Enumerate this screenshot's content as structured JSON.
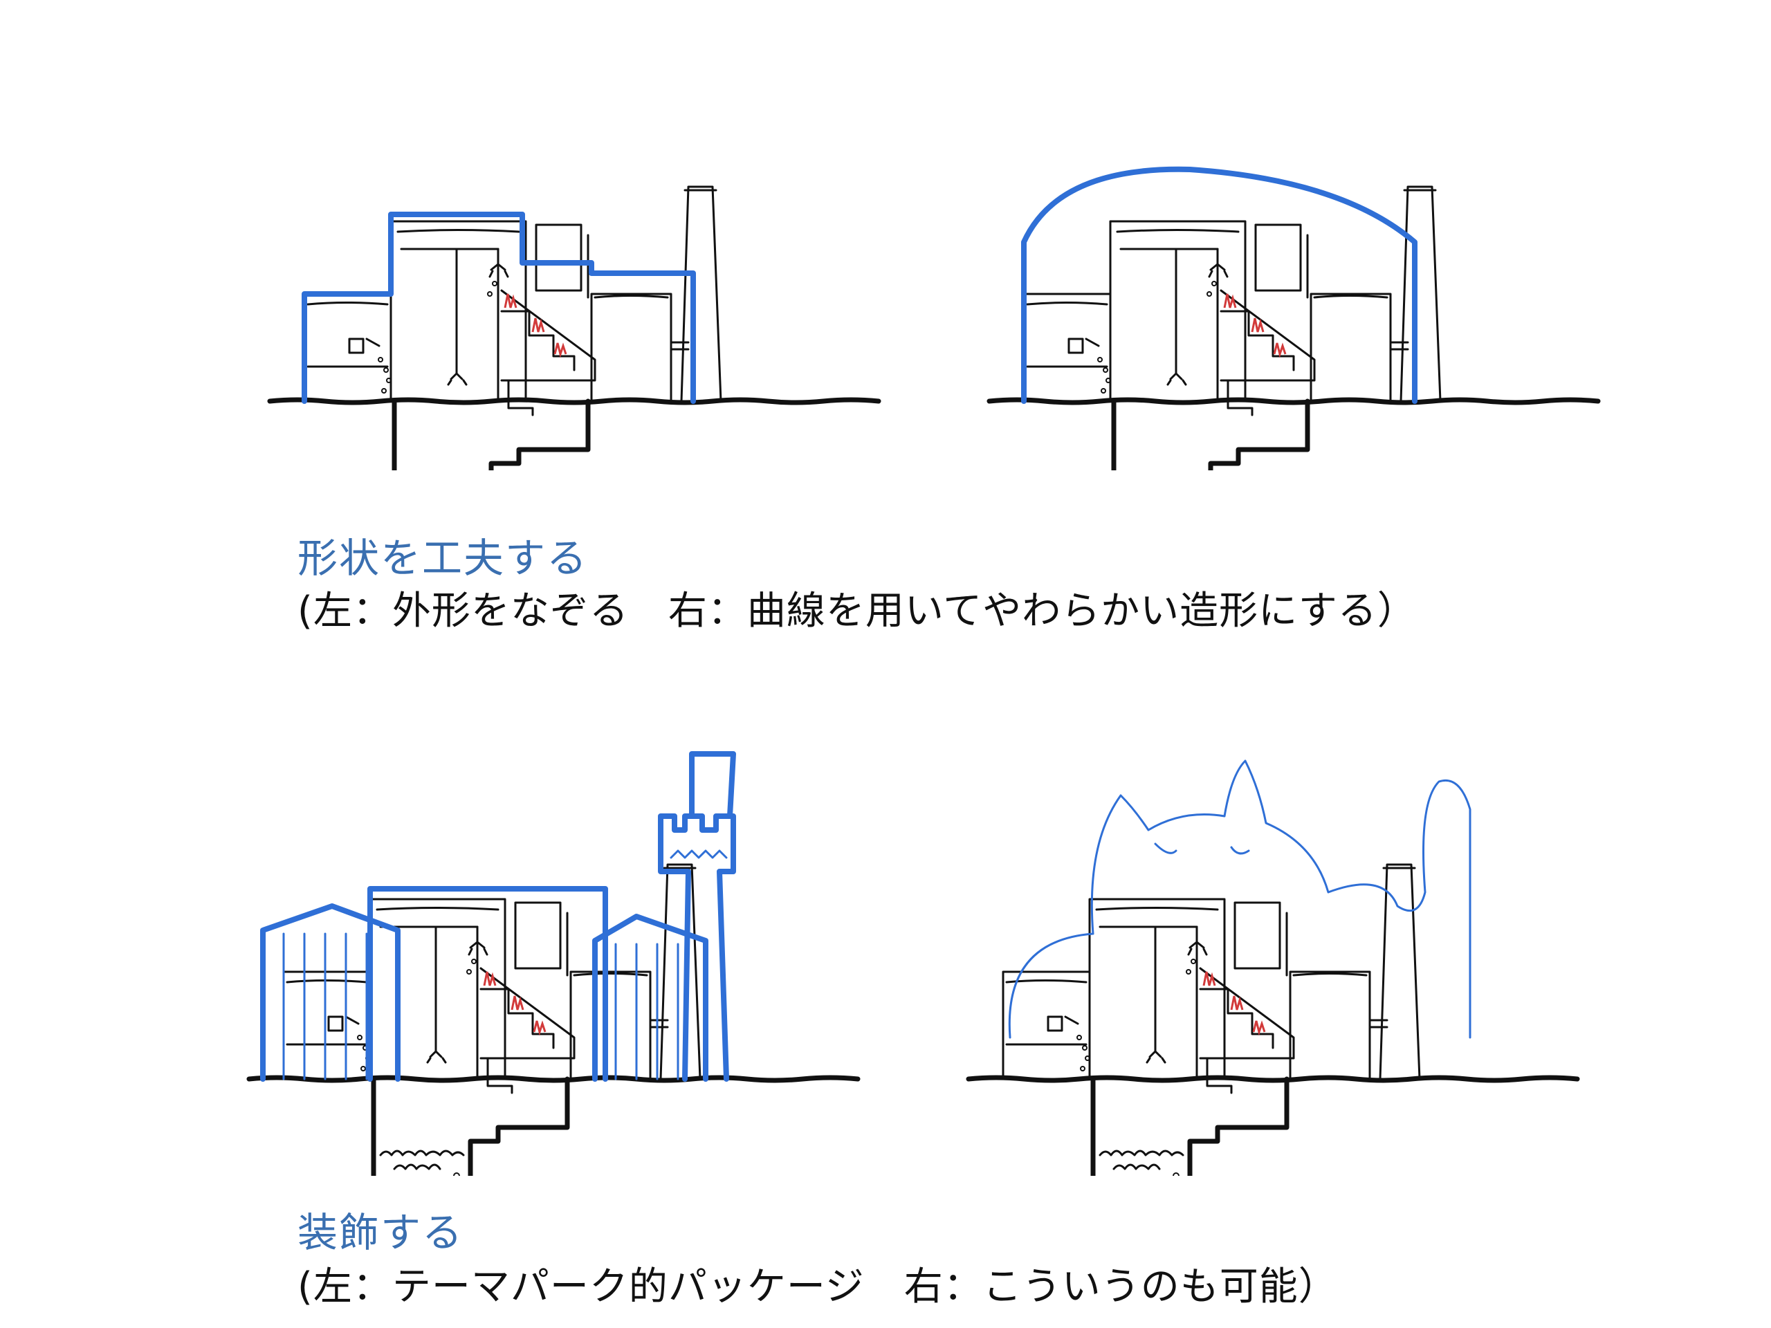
{
  "section1": {
    "title": "形状を工夫する",
    "subtitle": "(左：外形をなぞる　右：曲線を用いてやわらかい造形にする）"
  },
  "section2": {
    "title": "装飾する",
    "subtitle": "(左：テーマパーク的パッケージ　右：こういうのも可能）"
  },
  "colors": {
    "accent_blue": "#2f6fd6",
    "caption_blue": "#3a6fb0",
    "heat_red": "#d23a3a",
    "ink": "#111111"
  }
}
